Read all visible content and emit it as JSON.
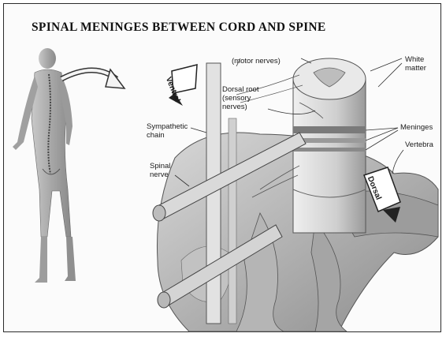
{
  "title": "SPINAL MENINGES BETWEEN CORD AND SPINE",
  "labels": {
    "motor_nerves": "(motor nerves)",
    "white_matter": "White\nmatter",
    "dorsal_root": "Dorsal root\n(sensory\nnerves)",
    "sympathetic_chain": "Sympathetic\nchain",
    "meninges": "Meninges",
    "spinal_nerve": "Spinal\nnerve",
    "vertebra": "Vertebra",
    "ventral": "Ventral",
    "dorsal": "Dorsal"
  }
}
